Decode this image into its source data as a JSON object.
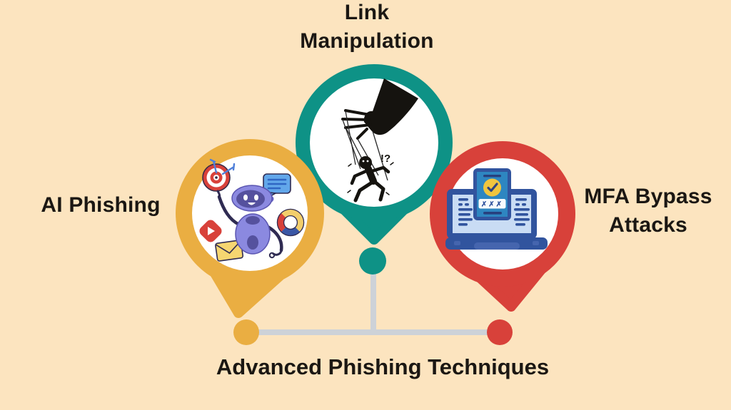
{
  "background_color": "#FCE4BF",
  "title": "Advanced Phishing Techniques",
  "connector_color": "#CDD2D8",
  "text_color": "#1B1713",
  "nodes": [
    {
      "label": "AI Phishing",
      "color": "#EAAE42",
      "icon": "ai-robot-icon",
      "position": "left"
    },
    {
      "label": "Link Manipulation",
      "color": "#0E9286",
      "icon": "puppet-hand-icon",
      "position": "top-center"
    },
    {
      "label": "MFA Bypass Attacks",
      "color": "#D8413A",
      "icon": "mfa-laptop-icon",
      "position": "right"
    }
  ],
  "illustration_text": {
    "puppet_exclaim": "!?",
    "mfa_code": "✗✗✗"
  }
}
